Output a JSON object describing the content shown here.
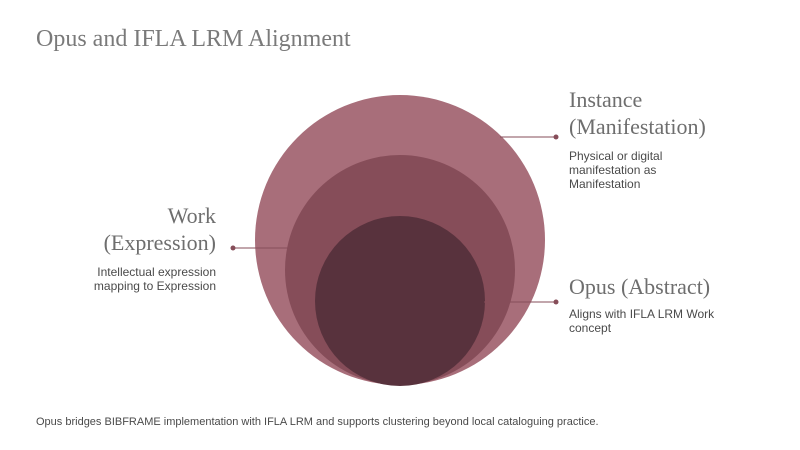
{
  "title": "Opus and IFLA LRM Alignment",
  "colors": {
    "outer_circle": "#a86e7a",
    "middle_circle": "#864d59",
    "inner_circle": "#58323d",
    "connector": "#864d59",
    "title_text": "#7a7a7a"
  },
  "labels": {
    "instance": {
      "title_lines": [
        "Instance",
        "(Manifestation)"
      ],
      "desc_lines": [
        "Physical or digital",
        "manifestation as",
        "Manifestation"
      ]
    },
    "work": {
      "title_lines": [
        "Work",
        "(Expression)"
      ],
      "desc_lines": [
        "Intellectual expression",
        "mapping to Expression"
      ]
    },
    "opus": {
      "title_lines": [
        "Opus (Abstract)"
      ],
      "desc_lines": [
        "Aligns with IFLA LRM Work",
        "concept"
      ]
    }
  },
  "footer": "Opus bridges BIBFRAME implementation with IFLA LRM and supports clustering beyond local cataloguing practice."
}
